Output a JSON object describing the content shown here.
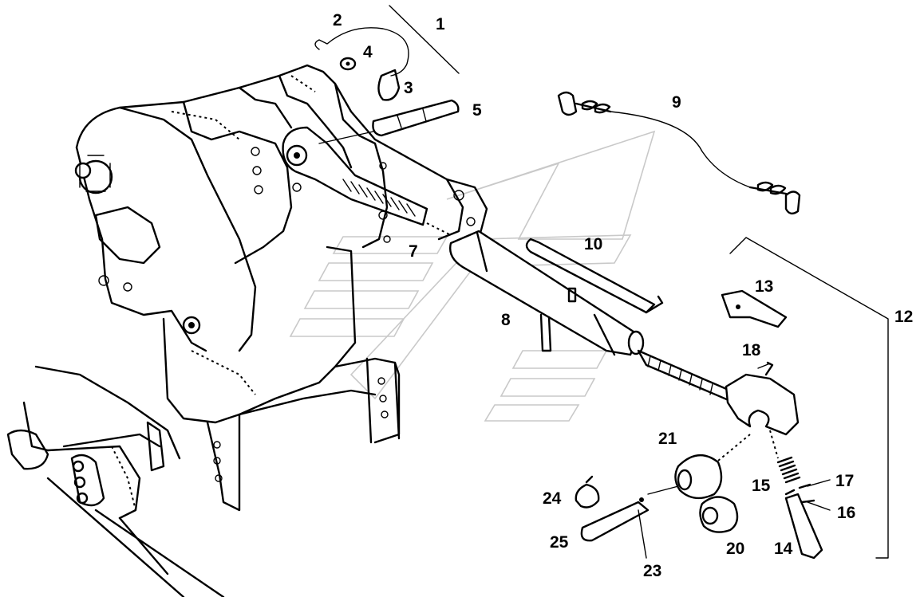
{
  "callouts": [
    {
      "id": "1",
      "text": "1"
    },
    {
      "id": "2",
      "text": "2"
    },
    {
      "id": "3",
      "text": "3"
    },
    {
      "id": "4",
      "text": "4"
    },
    {
      "id": "5",
      "text": "5"
    },
    {
      "id": "7",
      "text": "7"
    },
    {
      "id": "8",
      "text": "8"
    },
    {
      "id": "9",
      "text": "9"
    },
    {
      "id": "10",
      "text": "10"
    },
    {
      "id": "12",
      "text": "12"
    },
    {
      "id": "13",
      "text": "13"
    },
    {
      "id": "14",
      "text": "14"
    },
    {
      "id": "15",
      "text": "15"
    },
    {
      "id": "16",
      "text": "16"
    },
    {
      "id": "17",
      "text": "17"
    },
    {
      "id": "18",
      "text": "18"
    },
    {
      "id": "20",
      "text": "20"
    },
    {
      "id": "21",
      "text": "21"
    },
    {
      "id": "23",
      "text": "23"
    },
    {
      "id": "24",
      "text": "24"
    },
    {
      "id": "25",
      "text": "25"
    }
  ],
  "colors": {
    "ink": "#000000",
    "paper": "#ffffff",
    "watermark": "#c9c9c9"
  },
  "icons": [
    "watermark-logo-icon"
  ]
}
